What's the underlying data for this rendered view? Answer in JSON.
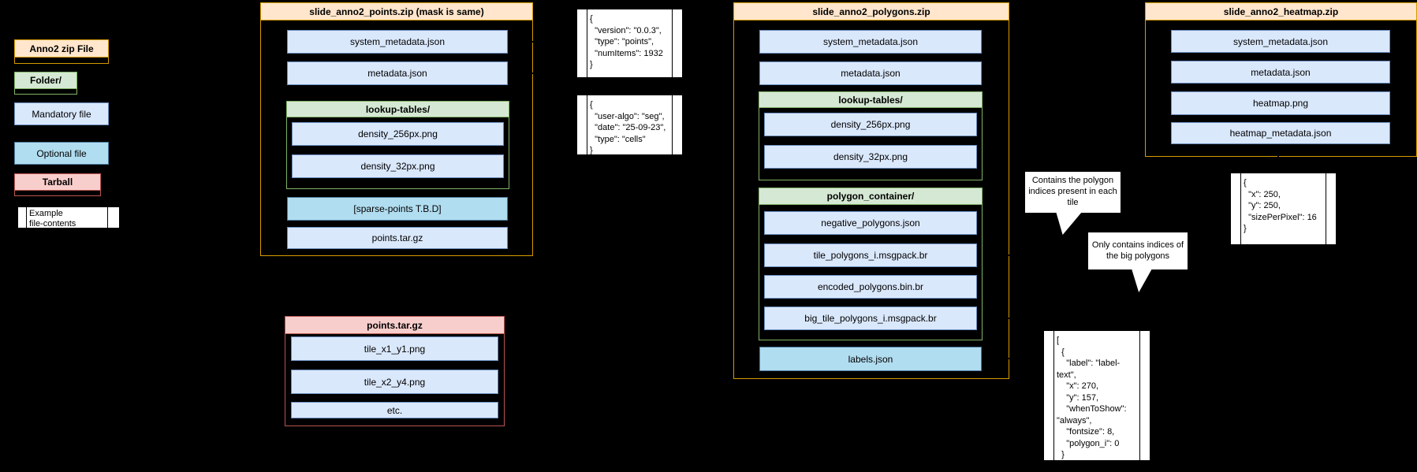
{
  "legend": {
    "zip_label": "Anno2 zip File",
    "folder_label": "Folder/",
    "mandatory_label": "Mandatory file",
    "optional_label": "Optional file",
    "tarball_label": "Tarball",
    "example_label": "Example\nfile-contents"
  },
  "points_zip": {
    "title": "slide_anno2_points.zip (mask is same)",
    "files": [
      "system_metadata.json",
      "metadata.json"
    ],
    "lookup_folder": {
      "title": "lookup-tables/",
      "files": [
        "density_256px.png",
        "density_32px.png"
      ]
    },
    "optional_file": "[sparse-points T.B.D]",
    "tarball_ref": "points.tar.gz",
    "system_metadata_example": "{\n  \"version\": \"0.0.3\",\n  \"type\": \"points\",\n  \"numItems\": 1932\n}",
    "metadata_example": "{\n  \"user-algo\": \"seg\",\n  \"date\": \"25-09-23\",\n  \"type\": \"cells\"\n}"
  },
  "polygons_zip": {
    "title": "slide_anno2_polygons.zip",
    "files": [
      "system_metadata.json",
      "metadata.json"
    ],
    "lookup_folder": {
      "title": "lookup-tables/",
      "files": [
        "density_256px.png",
        "density_32px.png"
      ]
    },
    "polygon_folder": {
      "title": "polygon_container/",
      "files": [
        "negative_polygons.json",
        "tile_polygons_i.msgpack.br",
        "encoded_polygons.bin.br",
        "big_tile_polygons_i.msgpack.br"
      ]
    },
    "optional_file": "labels.json",
    "tile_polygons_note": "Contains the polygon indices present in each tile",
    "big_tile_note": "Only contains indices of the big polygons",
    "labels_example": "[\n  {\n    \"label\": \"label-text\",\n    \"x\": 270,\n    \"y\": 157,\n    \"whenToShow\":\n\"always\",\n    \"fontsize\": 8,\n    \"polygon_i\": 0\n  }\n]"
  },
  "heatmap_zip": {
    "title": "slide_anno2_heatmap.zip",
    "files": [
      "system_metadata.json",
      "metadata.json",
      "heatmap.png",
      "heatmap_metadata.json"
    ],
    "heatmap_metadata_example": "{\n  \"x\": 250,\n  \"y\": 250,\n  \"sizePerPixel\": 16\n}"
  },
  "points_tarball": {
    "title": "points.tar.gz",
    "files": [
      "tile_x1_y1.png",
      "tile_x2_y4.png",
      "etc."
    ]
  },
  "colors": {
    "background": "#000000",
    "zip_fill": "#FFE6CC",
    "zip_border": "#D79B00",
    "folder_fill": "#D5E8D4",
    "folder_border": "#82B366",
    "mandatory_fill": "#DAE8FC",
    "mandatory_border": "#6C8EBF",
    "optional_fill": "#B1DDF0",
    "tarball_fill": "#F8CECC",
    "tarball_border": "#B85450",
    "callout_fill": "#FFFFFF"
  }
}
